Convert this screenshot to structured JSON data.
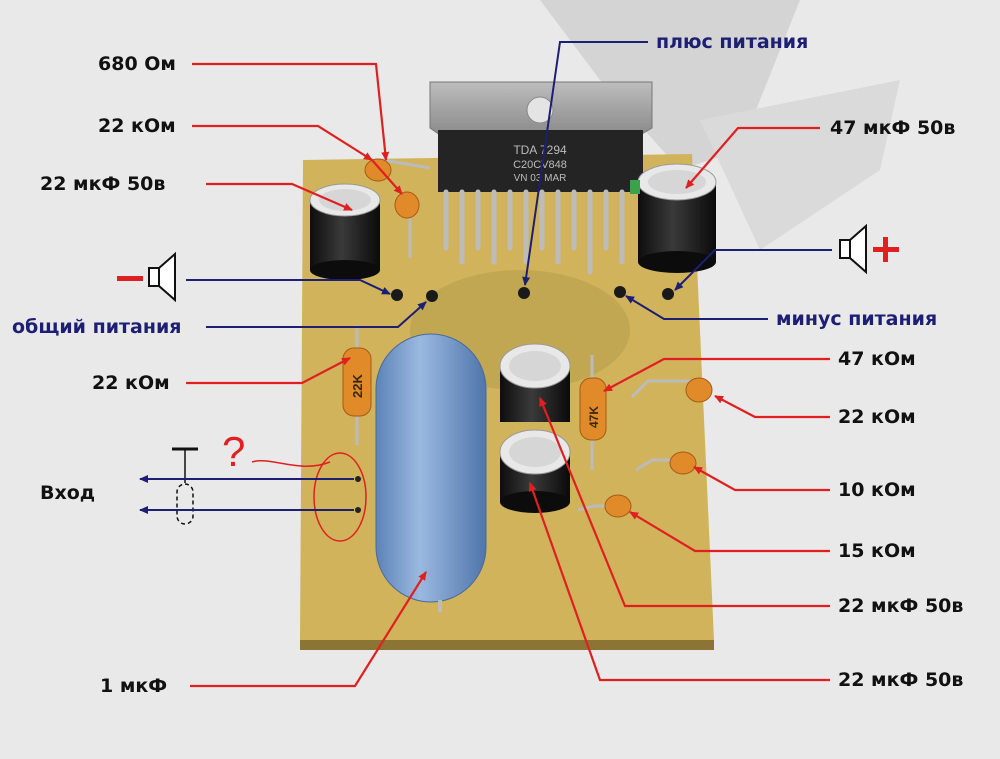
{
  "chip": {
    "line1": "TDA 7294",
    "line2": "C20CV848",
    "line3": "VN 03 MAR"
  },
  "labels": {
    "r680": "680 Ом",
    "r22k_top": "22 кОм",
    "c22_top": "22 мкФ 50в",
    "vplus": "плюс питания",
    "c47": "47 мкФ 50в",
    "gnd": "общий питания",
    "r22k_mid": "22 кОм",
    "vminus": "минус питания",
    "r47k": "47 кОм",
    "r22k_right": "22 кОм",
    "r10k": "10 кОм",
    "r15k": "15 кОм",
    "c22_right1": "22 мкФ 50в",
    "c22_right2": "22 мкФ 50в",
    "c1u": "1 мкФ",
    "input": "Вход"
  },
  "resistor_marks": {
    "r22k": "22K",
    "r47k": "47K"
  },
  "symbols": {
    "minus": "−",
    "plus": "+",
    "question": "?"
  },
  "colors": {
    "board": "#d1b35c",
    "arrow_red": "#e02020",
    "arrow_blue": "#1c1f73",
    "capacitor_blue": "#7aa0cf",
    "resistor": "#e08a2a"
  }
}
